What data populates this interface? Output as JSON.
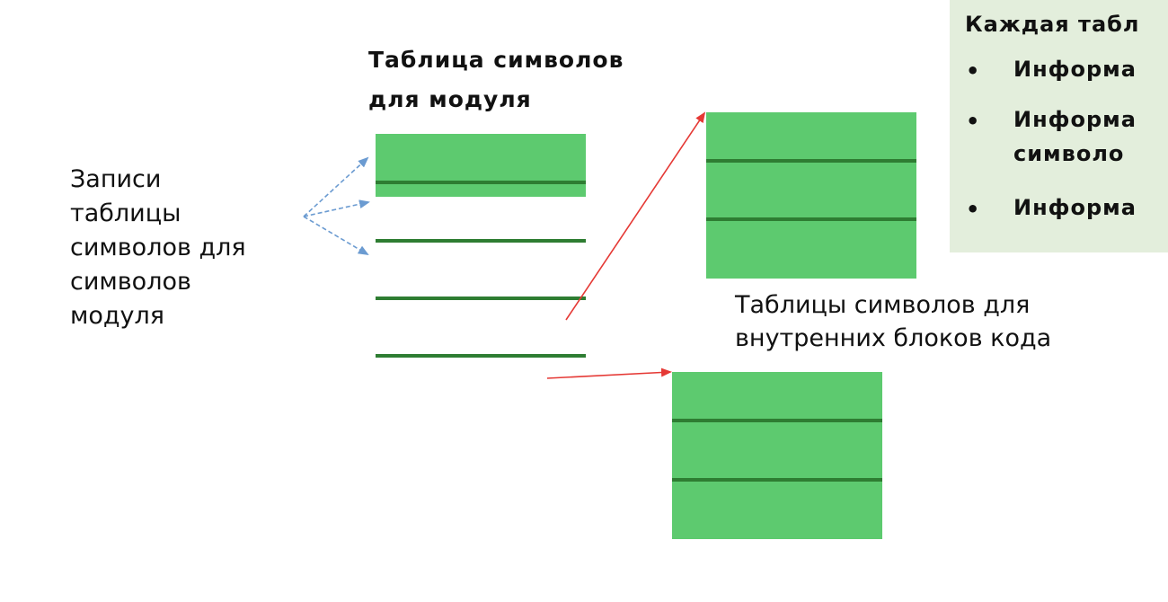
{
  "left_label": [
    "Записи",
    "таблицы",
    "символов для",
    "символов",
    "модуля"
  ],
  "module_table_title": [
    "Таблица символов",
    "для модуля"
  ],
  "inner_tables_caption": [
    "Таблицы символов для",
    "внутренних блоков кода"
  ],
  "info_box": {
    "heading": "Каждая табл",
    "bullet_glyph": "•",
    "items": [
      {
        "lines": [
          "Информа"
        ]
      },
      {
        "lines": [
          "Информа",
          "символо"
        ]
      },
      {
        "lines": [
          "Информа"
        ]
      }
    ]
  },
  "colors": {
    "block_fill": "#5dca6f",
    "row_line": "#2e7d32",
    "pointer_arrow": "#e53935",
    "entry_arrow": "#6b9bd1",
    "info_box_bg": "#e3eedc"
  }
}
